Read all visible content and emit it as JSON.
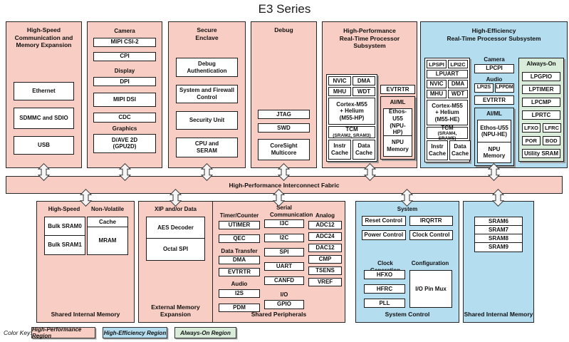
{
  "title": "E3 Series",
  "fabric_label": "High-Performance Interconnect Fabric",
  "hsme": {
    "title": "High-Speed Communication and Memory Expansion",
    "items": [
      "Ethernet",
      "SDMMC and SDIO",
      "USB"
    ]
  },
  "mm": {
    "camera": "Camera",
    "camera_items": [
      "MIPI CSI-2",
      "CPI"
    ],
    "display": "Display",
    "display_items": [
      "DPI",
      "MIPI DSI",
      "CDC"
    ],
    "graphics": "Graphics",
    "gpu": "D/AVE 2D (GPU2D)"
  },
  "secure": {
    "title": "Secure Enclave",
    "items": [
      "Debug Authentication",
      "System and Firewall Control",
      "Security Unit",
      "CPU and SERAM"
    ]
  },
  "debug": {
    "title": "Debug",
    "items": [
      "JTAG",
      "SWD",
      "CoreSight Multicore"
    ]
  },
  "hp": {
    "title1": "High-Performance",
    "title2": "Real-Time Processor Subsystem",
    "small": [
      "NVIC",
      "DMA",
      "MHU",
      "WDT"
    ],
    "cpu": [
      "Cortex-M55",
      "+ Helium",
      "(M55-HP)"
    ],
    "tcm": "TCM",
    "tcm_sub": "(SRAM2, SRAM3)",
    "icache": "Instr Cache",
    "dcache": "Data Cache",
    "evtrtr": "EVTRTR",
    "aiml": "AI/ML",
    "npu": "Ethos-U55 (NPU-HP)",
    "npu_mem": "NPU Memory"
  },
  "he": {
    "title1": "High-Efficiency",
    "title2": "Real-Time Processor Subsystem",
    "row1": [
      "LPSPI",
      "LPI2C"
    ],
    "lpuart": "LPUART",
    "small": [
      "NVIC",
      "DMA",
      "MHU",
      "WDT"
    ],
    "cpu": [
      "Cortex-M55",
      "+ Helium",
      "(M55-HE)"
    ],
    "tcm": "TCM",
    "tcm_sub": "(SRAM4, SRAM5)",
    "icache": "Instr Cache",
    "dcache": "Data Cache",
    "camera": "Camera",
    "lpcpi": "LPCPI",
    "audio": "Audio",
    "lpi2s": "LPI2S",
    "lppdm": "LPPDM",
    "evtrtr": "EVTRTR",
    "aiml": "AI/ML",
    "npu": "Ethos-U55 (NPU-HE)",
    "npu_mem": "NPU Memory",
    "ao": {
      "title": "Always-On",
      "full": [
        "LPGPIO",
        "LPTIMER",
        "LPCMP",
        "LPRTC"
      ],
      "pairs": [
        [
          "LFXO",
          "LFRC"
        ],
        [
          "POR",
          "BOD"
        ]
      ],
      "last": "Utility SRAM"
    }
  },
  "sim1": {
    "h1": "High-Speed",
    "h2": "Non-Volatile",
    "hs_items": [
      "Bulk SRAM0",
      "Bulk SRAM1"
    ],
    "nv_items": [
      "Cache",
      "MRAM"
    ],
    "footer": "Shared Internal Memory"
  },
  "xip": {
    "title": "XIP and/or Data",
    "items": [
      "AES Decoder",
      "Octal SPI"
    ],
    "footer": "External Memory Expansion"
  },
  "sp": {
    "timer": "Timer/Counter",
    "timer_items": [
      "UTIMER",
      "QEC"
    ],
    "dt": "Data Transfer",
    "dt_items": [
      "DMA",
      "EVTRTR"
    ],
    "audio": "Audio",
    "audio_items": [
      "I2S",
      "PDM"
    ],
    "serial": "Serial Communication",
    "serial_items": [
      "I3C",
      "I2C",
      "SPI",
      "UART",
      "CANFD"
    ],
    "io": "I/O",
    "gpio": "GPIO",
    "analog": "Analog",
    "analog_items": [
      "ADC12",
      "ADC24",
      "DAC12",
      "CMP",
      "TSENS",
      "VREF"
    ],
    "footer": "Shared Peripherals"
  },
  "sc": {
    "system": "System",
    "sys_items": [
      "Reset Control",
      "IRQRTR",
      "Power Control",
      "Clock Control"
    ],
    "cg": "Clock Generation",
    "cg_items": [
      "HFXO",
      "HFRC",
      "PLL"
    ],
    "cfg": "Configuration",
    "pinmux": "I/O Pin Mux",
    "footer": "System Control"
  },
  "sim2": {
    "items": [
      "SRAM6",
      "SRAM7",
      "SRAM8",
      "SRAM9"
    ],
    "footer": "Shared Internal Memory"
  },
  "key": {
    "label": "Color Key:",
    "items": [
      "High-Performance Region",
      "High-Efficiency Region",
      "Always-On Region"
    ]
  },
  "colors": {
    "hp_region": "#f8cdc3",
    "he_region": "#b4ddf0",
    "ao_region": "#d9ecda"
  }
}
